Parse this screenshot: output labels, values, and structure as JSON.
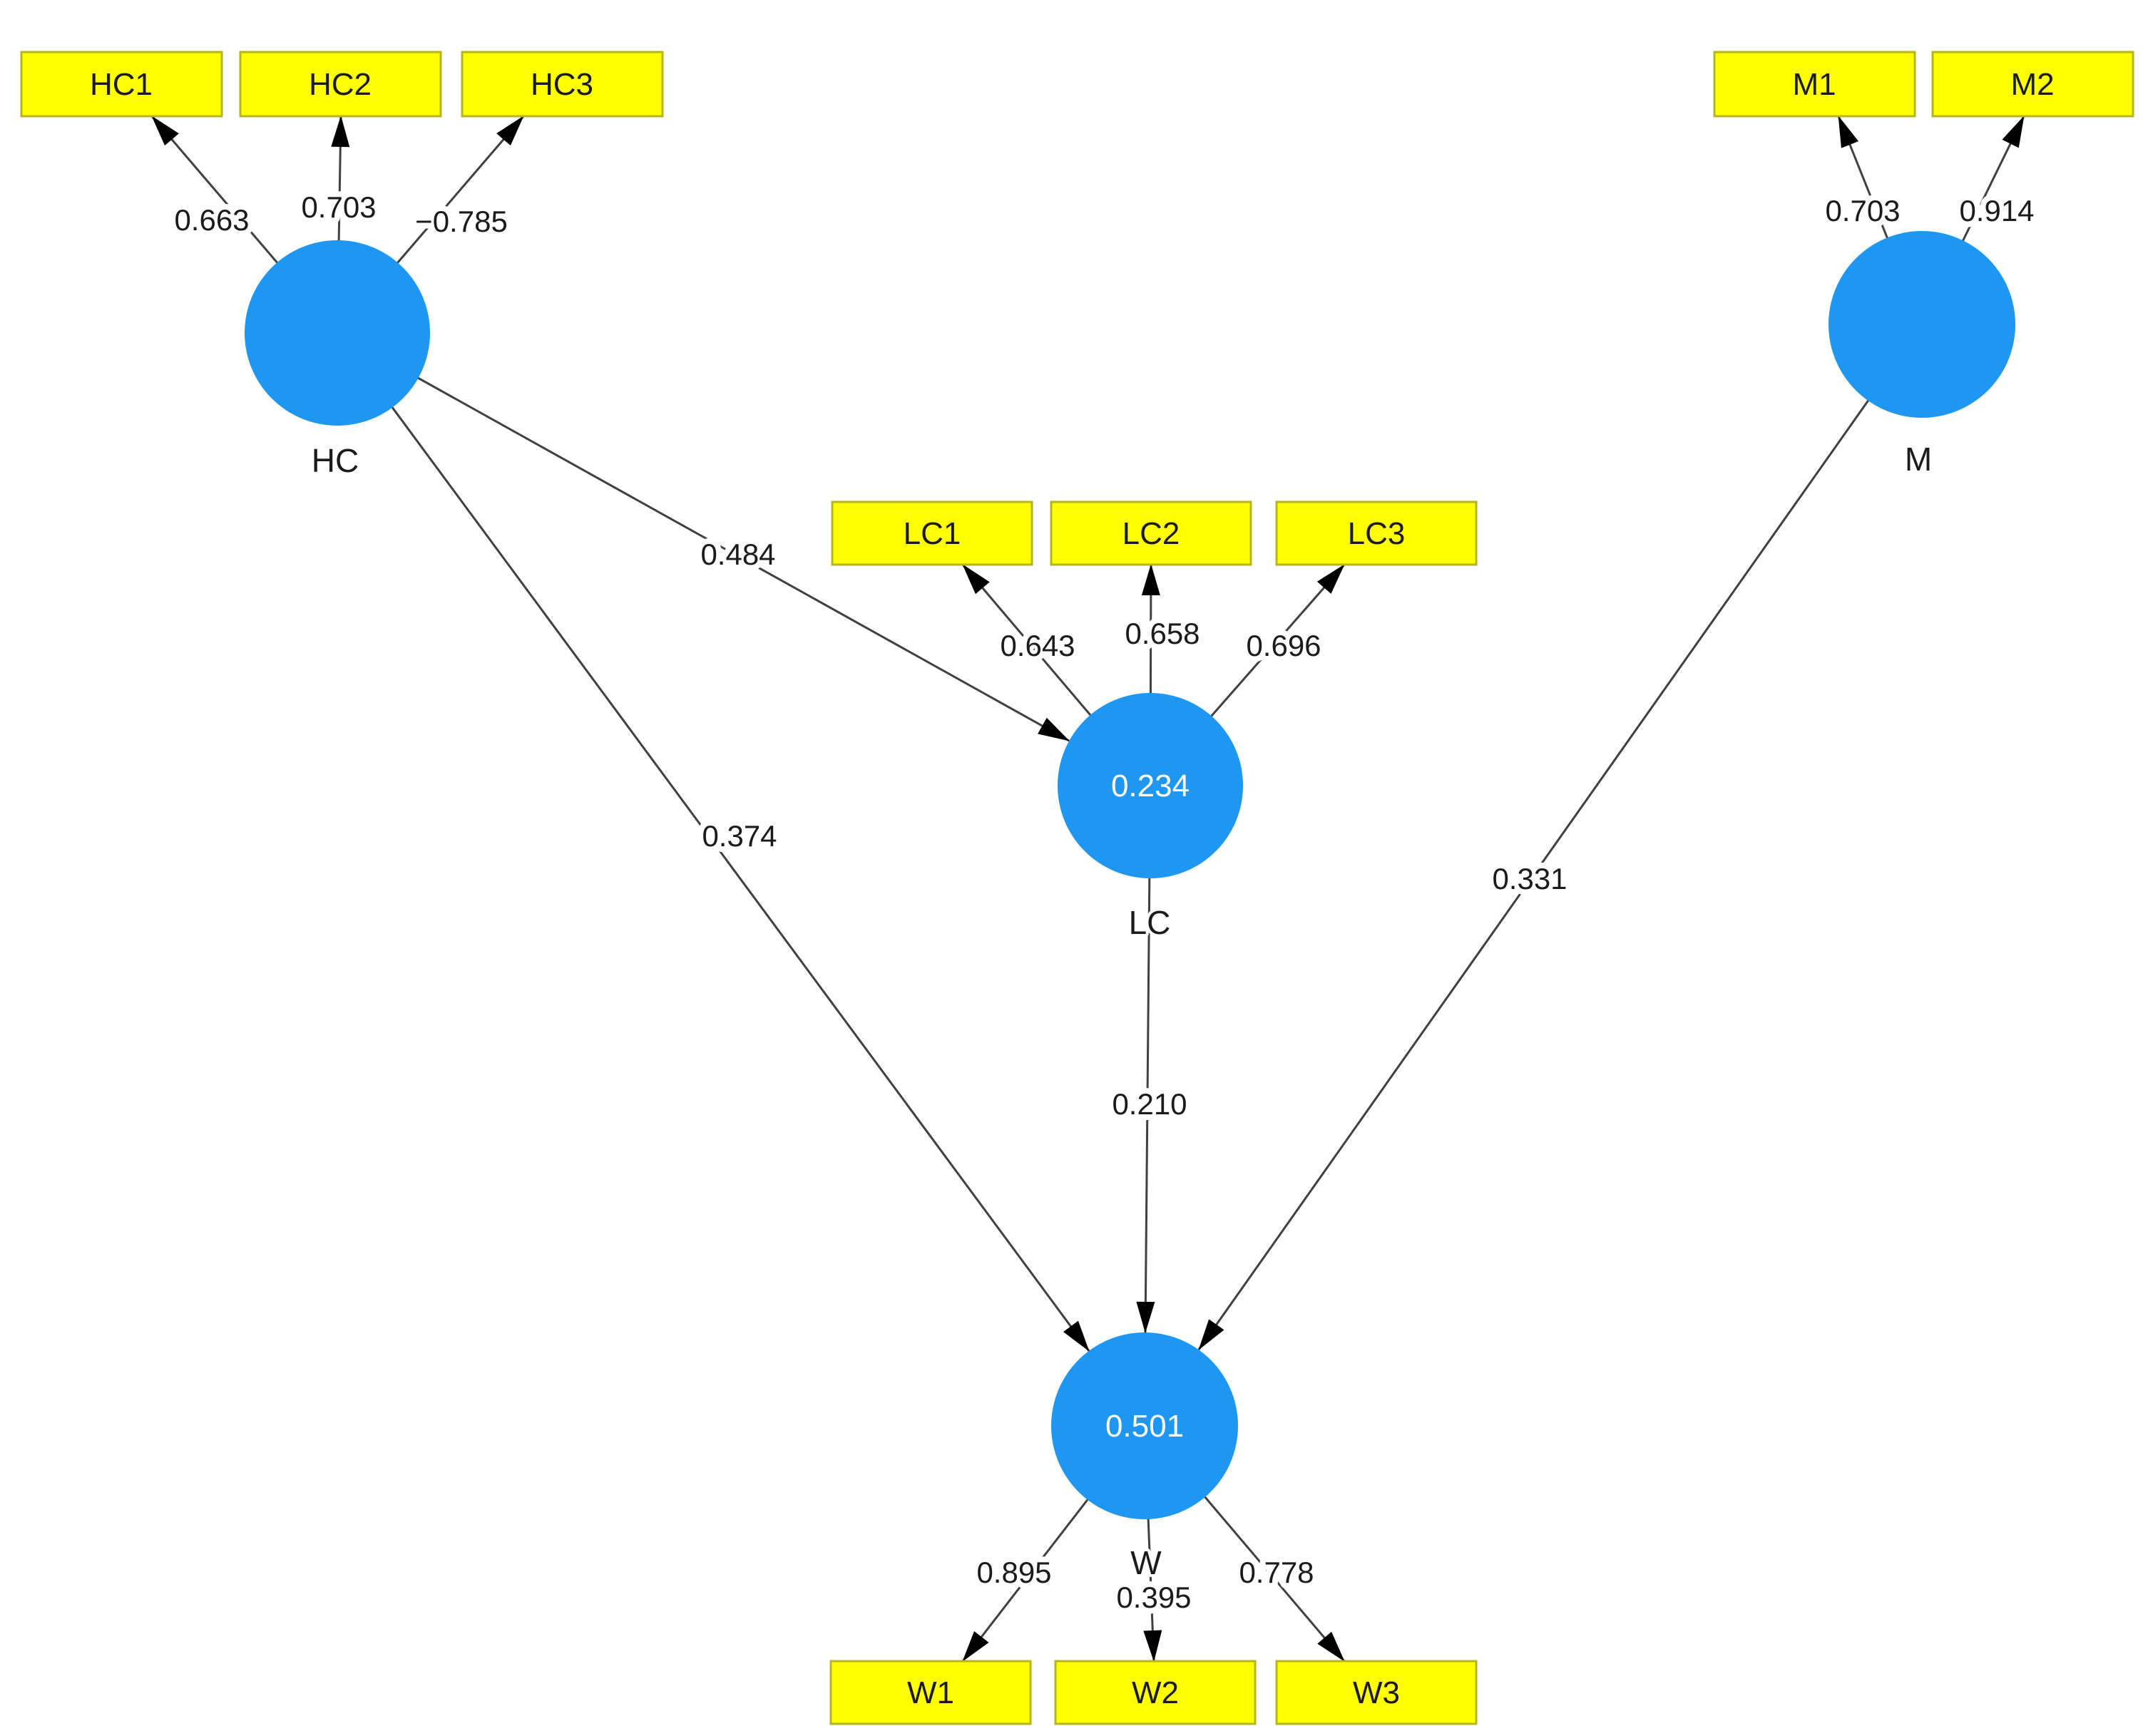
{
  "diagram": {
    "type": "structural-equation-model",
    "background_color": "#ffffff",
    "colors": {
      "construct_fill": "#1e97f2",
      "indicator_fill": "#ffff00",
      "indicator_border": "#b5b51d",
      "line": "#404040",
      "label_text": "#1b1b1b",
      "value_text": "#ffffff"
    },
    "constructs": {
      "hc": {
        "label": "HC"
      },
      "lc": {
        "label": "LC",
        "r_squared": "0.234"
      },
      "m": {
        "label": "M"
      },
      "w": {
        "label": "W",
        "r_squared": "0.501"
      }
    },
    "indicators": {
      "hc1": {
        "label": "HC1",
        "loading": "0.663"
      },
      "hc2": {
        "label": "HC2",
        "loading": "0.703"
      },
      "hc3": {
        "label": "HC3",
        "loading": "−0.785"
      },
      "m1": {
        "label": "M1",
        "loading": "0.703"
      },
      "m2": {
        "label": "M2",
        "loading": "0.914"
      },
      "lc1": {
        "label": "LC1",
        "loading": "0.643"
      },
      "lc2": {
        "label": "LC2",
        "loading": "0.658"
      },
      "lc3": {
        "label": "LC3",
        "loading": "0.696"
      },
      "w1": {
        "label": "W1",
        "loading": "0.895"
      },
      "w2": {
        "label": "W2",
        "loading": "0.395"
      },
      "w3": {
        "label": "W3",
        "loading": "0.778"
      }
    },
    "paths": {
      "hc_to_lc": {
        "label": "0.484"
      },
      "hc_to_w": {
        "label": "0.374"
      },
      "lc_to_w": {
        "label": "0.210"
      },
      "m_to_w": {
        "label": "0.331"
      }
    }
  }
}
